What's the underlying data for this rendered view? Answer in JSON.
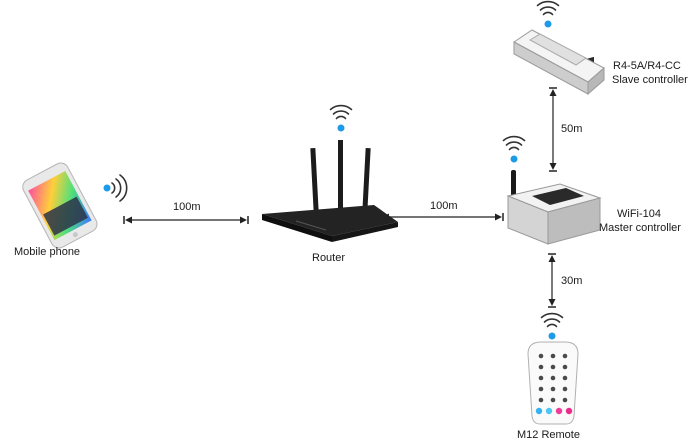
{
  "devices": {
    "phone": {
      "label": "Mobile phone"
    },
    "router": {
      "label": "Router"
    },
    "master": {
      "label_line1": "WiFi-104",
      "label_line2": "Master controller"
    },
    "slave": {
      "label_line1": "R4-5A/R4-CC",
      "label_line2": "Slave controller"
    },
    "remote": {
      "label": "M12 Remote"
    }
  },
  "distances": {
    "phone_router": "100m",
    "router_master": "100m",
    "master_slave": "50m",
    "master_remote": "30m"
  },
  "colors": {
    "signal_dot": "#1e9be6",
    "arrow": "#222222",
    "router": "#1c1c1c"
  }
}
